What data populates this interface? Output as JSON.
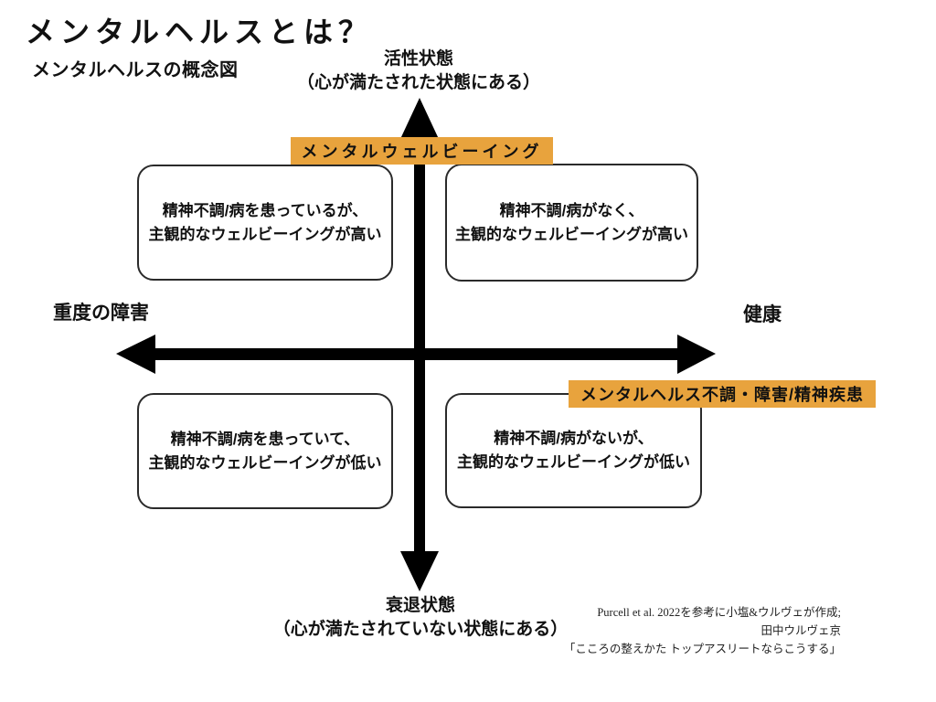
{
  "page": {
    "title": "メンタルヘルスとは？",
    "subtitle": "メンタルヘルスの概念図"
  },
  "axes": {
    "top": {
      "label": "活性状態",
      "sublabel": "（心が満たされた状態にある）"
    },
    "bottom": {
      "label": "衰退状態",
      "sublabel": "（心が満たされていない状態にある）"
    },
    "left": {
      "label": "重度の障害"
    },
    "right": {
      "label": "健康"
    }
  },
  "highlights": {
    "wellbeing_label": "メンタルウェルビーイング",
    "disorder_label": "メンタルヘルス不調・障害/精神疾患",
    "highlight_color": "#E8A33D",
    "arrow_color": "#000000"
  },
  "quadrants": {
    "top_left": {
      "line1": "精神不調/病を患っているが、",
      "line2": "主観的なウェルビーイングが高い"
    },
    "top_right": {
      "line1": "精神不調/病がなく、",
      "line2": "主観的なウェルビーイングが高い"
    },
    "bottom_left": {
      "line1": "精神不調/病を患っていて、",
      "line2": "主観的なウェルビーイングが低い"
    },
    "bottom_right": {
      "line1": "精神不調/病がないが、",
      "line2": "主観的なウェルビーイングが低い"
    }
  },
  "attribution": {
    "line1": "Purcell et al. 2022を参考に小塩&ウルヴェが作成;",
    "line2": "田中ウルヴェ京",
    "line3": "「こころの整えかた トップアスリートならこうする」"
  }
}
